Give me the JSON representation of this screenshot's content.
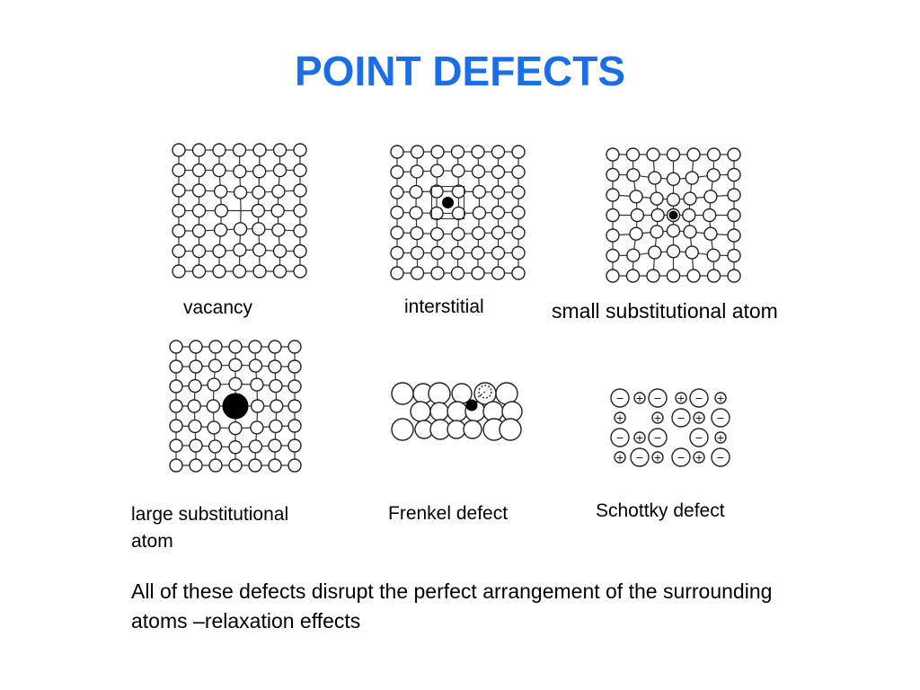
{
  "title": "POINT DEFECTS",
  "title_color": "#1a6ee8",
  "diagrams": {
    "vacancy": {
      "caption": "vacancy"
    },
    "interstitial": {
      "caption": "interstitial"
    },
    "small_substitutional": {
      "caption": "small substitutional atom"
    },
    "large_substitutional": {
      "caption": "large substitutional atom"
    },
    "frenkel": {
      "caption": "Frenkel defect"
    },
    "schottky": {
      "caption": "Schottky defect",
      "cation_sign": "+",
      "anion_sign": "−"
    }
  },
  "summary": "All of these defects disrupt the perfect arrangement of the surrounding atoms –relaxation effects"
}
